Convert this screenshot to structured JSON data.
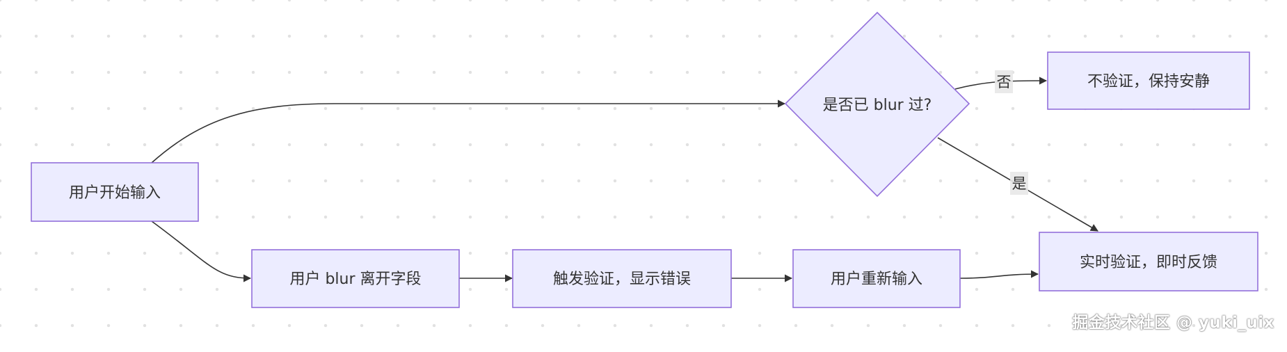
{
  "diagram": {
    "nodes": {
      "start": "用户开始输入",
      "check_blur": "是否已 blur 过?",
      "no_validate": "不验证，保持安静",
      "blur_leave": "用户 blur 离开字段",
      "trigger_validate": "触发验证，显示错误",
      "re_input": "用户重新输入",
      "realtime": "实时验证，即时反馈"
    },
    "edge_labels": {
      "no": "否",
      "yes": "是"
    }
  },
  "watermark": "掘金技术社区 @ yuki_uix",
  "colors": {
    "node_fill": "#ececff",
    "node_stroke": "#9370db",
    "edge": "#333333",
    "text": "#333333"
  }
}
